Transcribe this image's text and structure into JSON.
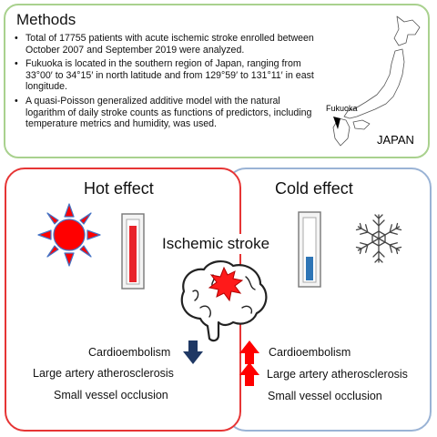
{
  "methods": {
    "title": "Methods",
    "bullets": [
      "Total of 17755 patients with acute ischemic stroke enrolled between October 2007 and September 2019 were analyzed.",
      "Fukuoka is located in the southern region of Japan, ranging from 33°00′ to 34°15′ in north latitude and from 129°59′ to 131°11′ in east longitude.",
      "A quasi-Poisson generalized additive model with the natural logarithm of daily stroke counts as functions of predictors, including temperature metrics and humidity, was used."
    ],
    "map": {
      "city_label": "Fukuoka",
      "country_label": "JAPAN"
    }
  },
  "hot": {
    "title": "Hot effect",
    "color": "#e63535",
    "outcomes": [
      {
        "label": "Cardioembolism",
        "arrow": "down"
      },
      {
        "label": "Large artery atherosclerosis",
        "arrow": "none"
      },
      {
        "label": "Small vessel occlusion",
        "arrow": "none"
      }
    ]
  },
  "cold": {
    "title": "Cold effect",
    "color": "#9ab3d5",
    "outcomes": [
      {
        "label": "Cardioembolism",
        "arrow": "up"
      },
      {
        "label": "Large artery atherosclerosis",
        "arrow": "up"
      },
      {
        "label": "Small vessel occlusion",
        "arrow": "none"
      }
    ]
  },
  "center": {
    "title": "Ischemic stroke"
  },
  "icons": {
    "sun": "sun-icon",
    "hot_thermometer": "thermometer-high-icon",
    "cold_thermometer": "thermometer-low-icon",
    "snowflake": "snowflake-icon",
    "brain": "brain-with-lesion-icon",
    "down_arrow": "arrow-down-icon",
    "up_arrow": "arrow-up-icon"
  },
  "colors": {
    "accent_red": "#ff0000",
    "arrow_navy": "#1f3864",
    "cold_mercury": "#2e75b6",
    "methods_border": "#a9d18e"
  }
}
